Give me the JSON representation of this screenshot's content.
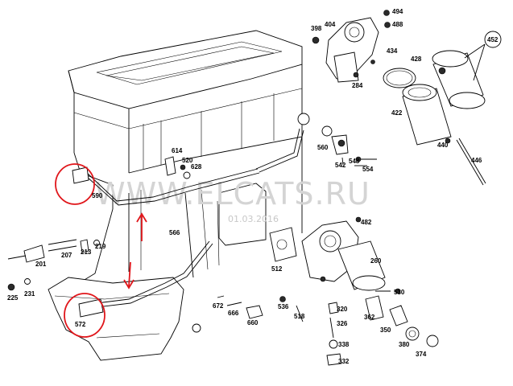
{
  "watermark": {
    "text": "WWW.ELCATS.RU",
    "date": "01.03.2016"
  },
  "parts": {
    "p398": "398",
    "p404": "404",
    "p494": "494",
    "p488": "488",
    "p452": "452",
    "p434": "434",
    "p428": "428",
    "p284": "284",
    "p422": "422",
    "p440": "440",
    "p446": "446",
    "p560": "560",
    "p548": "548",
    "p542": "542",
    "p554": "554",
    "p614": "614",
    "p520": "520",
    "p628": "628",
    "p590": "590",
    "p482": "482",
    "p566": "566",
    "p260": "260",
    "p512": "512",
    "p201": "201",
    "p207": "207",
    "p213": "213",
    "p219": "219",
    "p225": "225",
    "p231": "231",
    "p572": "572",
    "p672": "672",
    "p666": "666",
    "p660": "660",
    "p536": "536",
    "p518": "518",
    "p320": "320",
    "p326": "326",
    "p338": "338",
    "p332": "332",
    "p362": "362",
    "p350": "350",
    "p530": "530",
    "p380": "380",
    "p374": "374"
  },
  "colors": {
    "annotation": "#e0161b",
    "line": "#000000",
    "watermark": "#d4d4d4"
  }
}
